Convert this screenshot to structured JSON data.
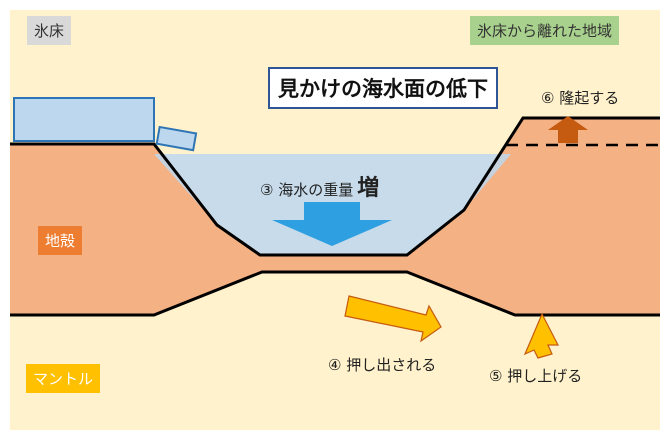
{
  "labels": {
    "ice_sheet": "氷床",
    "far_land": "氷床から離れた地域",
    "title": "見かけの海水面の低下",
    "uplift": "⑥ 隆起する",
    "water_load": "③ 海水の重量",
    "water_load_emphasis": "増",
    "crust": "地殻",
    "pushed_out": "④ 押し出される",
    "pushed_up": "⑤ 押し上げる",
    "mantle": "マントル"
  },
  "colors": {
    "mantle": "#fff2cc",
    "crust": "#f4b183",
    "sea": "#bdd7ee",
    "ice": "#bdd7ee",
    "ice_border": "#2e75b6",
    "title_border": "#2f5597",
    "arrow_down": "#2e9fe0",
    "arrow_mantle": "#ffc000",
    "arrow_uplift": "#c55a11",
    "tag_ice_sheet": "#d9d9d9",
    "tag_far_land": "#a9d18e",
    "tag_crust": "#ed7d31",
    "tag_mantle": "#ffc000"
  }
}
